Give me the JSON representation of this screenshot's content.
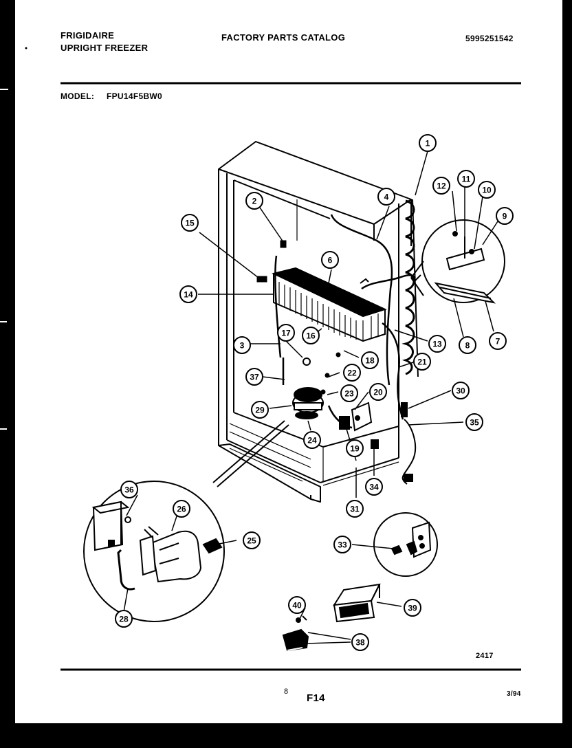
{
  "header": {
    "brand": "FRIGIDAIRE",
    "product": "UPRIGHT FREEZER",
    "catalog_title": "FACTORY PARTS CATALOG",
    "publication_number": "5995251542",
    "model_label": "MODEL:",
    "model_number": "FPU14F5BW0"
  },
  "footer": {
    "page_number": "8",
    "figure_code": "F14",
    "date_code": "3/94",
    "diagram_code": "2417"
  },
  "callouts": [
    "1",
    "2",
    "3",
    "4",
    "6",
    "7",
    "8",
    "9",
    "10",
    "11",
    "12",
    "13",
    "14",
    "15",
    "16",
    "17",
    "18",
    "19",
    "20",
    "21",
    "22",
    "23",
    "24",
    "25",
    "26",
    "28",
    "29",
    "30",
    "31",
    "33",
    "34",
    "35",
    "36",
    "37",
    "38",
    "39",
    "40"
  ]
}
